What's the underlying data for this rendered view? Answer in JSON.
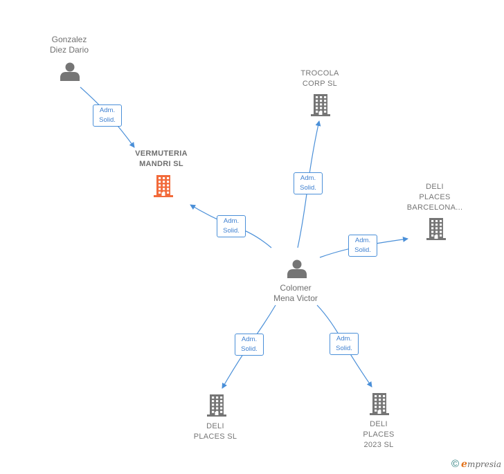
{
  "colors": {
    "edge": "#4a8fd8",
    "company": "#757575",
    "focus_company": "#f26a3a",
    "person": "#757575"
  },
  "nodes": [
    {
      "id": "gonzalez",
      "type": "person",
      "label": "Gonzalez\nDiez Dario"
    },
    {
      "id": "trocola",
      "type": "company",
      "label": "TROCOLA\nCORP  SL"
    },
    {
      "id": "vermuteria",
      "type": "company",
      "label": "VERMUTERIA\nMANDRI  SL",
      "focus": true
    },
    {
      "id": "deli_barcelona",
      "type": "company",
      "label": "DELI\nPLACES\nBARCELONA..."
    },
    {
      "id": "colomer",
      "type": "person",
      "label": "Colomer\nMena Victor"
    },
    {
      "id": "deli_places",
      "type": "company",
      "label": "DELI\nPLACES  SL"
    },
    {
      "id": "deli_2023",
      "type": "company",
      "label": "DELI\nPLACES\n2023  SL"
    }
  ],
  "edges": [
    {
      "from": "gonzalez",
      "to": "vermuteria",
      "label_line1": "Adm.",
      "label_line2": "Solid."
    },
    {
      "from": "colomer",
      "to": "vermuteria",
      "label_line1": "Adm.",
      "label_line2": "Solid."
    },
    {
      "from": "colomer",
      "to": "trocola",
      "label_line1": "Adm.",
      "label_line2": "Solid."
    },
    {
      "from": "colomer",
      "to": "deli_barcelona",
      "label_line1": "Adm.",
      "label_line2": "Solid."
    },
    {
      "from": "colomer",
      "to": "deli_places",
      "label_line1": "Adm.",
      "label_line2": "Solid."
    },
    {
      "from": "colomer",
      "to": "deli_2023",
      "label_line1": "Adm.",
      "label_line2": "Solid."
    }
  ],
  "footer": {
    "copyright_symbol": "©",
    "brand_initial": "e",
    "brand_rest": "mpresia"
  }
}
